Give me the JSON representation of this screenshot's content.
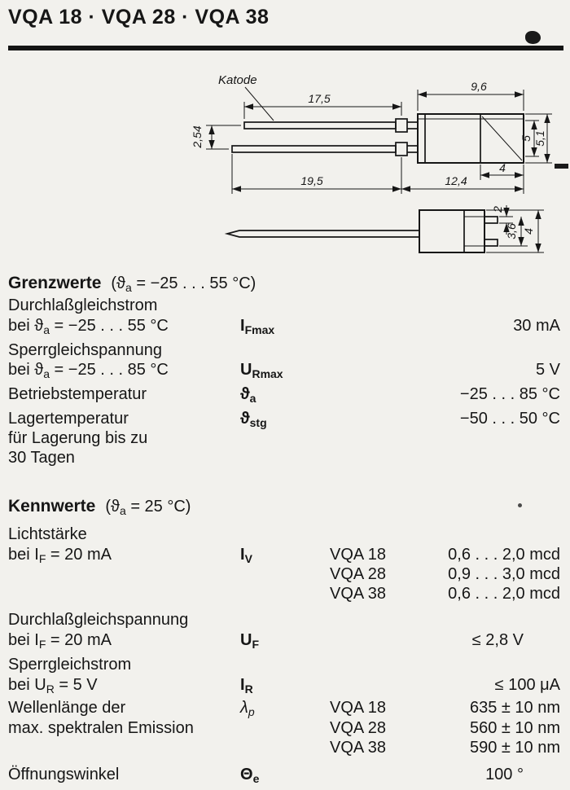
{
  "header": {
    "title": "VQA 18 · VQA 28 · VQA 38"
  },
  "drawing": {
    "katode": "Katode",
    "dims": {
      "lead_upper": "17,5",
      "body_width": "9,6",
      "lead_pitch": "2,54",
      "inner_height": "5",
      "outer_height": "5,1",
      "front_width": "4",
      "lead_lower": "19,5",
      "body_total": "12,4",
      "tab_thickness": "2",
      "tab_span": "3,6",
      "body_depth": "4"
    }
  },
  "grenzwerte": {
    "heading": "Grenzwerte",
    "condition": [
      {
        "t": "(ϑ"
      },
      {
        "t": "a",
        "s": true
      },
      {
        "t": " = −25 . . . 55 °C)"
      }
    ],
    "rows": [
      {
        "lines": [
          [
            {
              "t": "Durchlaßgleichstrom"
            }
          ],
          [
            {
              "t": "bei ϑ"
            },
            {
              "t": "a",
              "s": true
            },
            {
              "t": " = −25 . . . 55 °C"
            }
          ]
        ],
        "symbol": [
          {
            "t": "I"
          },
          {
            "t": "Fmax",
            "s": true
          }
        ],
        "value": "30 mA"
      },
      {
        "lines": [
          [
            {
              "t": "Sperrgleichspannung"
            }
          ],
          [
            {
              "t": "bei ϑ"
            },
            {
              "t": "a",
              "s": true
            },
            {
              "t": " = −25 . . . 85 °C"
            }
          ]
        ],
        "symbol": [
          {
            "t": "U"
          },
          {
            "t": "Rmax",
            "s": true
          }
        ],
        "value": "5 V"
      },
      {
        "lines": [
          [
            {
              "t": "Betriebstemperatur"
            }
          ]
        ],
        "symbol": [
          {
            "t": "ϑ"
          },
          {
            "t": "a",
            "s": true
          }
        ],
        "value": "−25 . . . 85  °C"
      },
      {
        "lines": [
          [
            {
              "t": "Lagertemperatur"
            }
          ],
          [
            {
              "t": "für Lagerung bis zu"
            }
          ],
          [
            {
              "t": "30 Tagen"
            }
          ]
        ],
        "symbol": [
          {
            "t": "ϑ"
          },
          {
            "t": "stg",
            "s": true
          }
        ],
        "value": "−50 . . . 50  °C"
      }
    ]
  },
  "kennwerte": {
    "heading": "Kennwerte",
    "condition": [
      {
        "t": "(ϑ"
      },
      {
        "t": "a",
        "s": true
      },
      {
        "t": " = 25 °C)"
      }
    ],
    "rows": [
      {
        "lines": [
          [
            {
              "t": "Lichtstärke"
            }
          ],
          [
            {
              "t": "bei I"
            },
            {
              "t": "F",
              "s": true
            },
            {
              "t": " = 20 mA"
            }
          ]
        ],
        "symbol": [
          {
            "t": "I"
          },
          {
            "t": "V",
            "s": true
          }
        ],
        "variants": [
          {
            "name": "VQA 18",
            "value": "0,6 . . . 2,0 mcd"
          },
          {
            "name": "VQA 28",
            "value": "0,9 . . . 3,0 mcd"
          },
          {
            "name": "VQA 38",
            "value": "0,6 . . . 2,0 mcd"
          }
        ]
      },
      {
        "lines": [
          [
            {
              "t": "Durchlaßgleichspannung"
            }
          ],
          [
            {
              "t": "bei I"
            },
            {
              "t": "F",
              "s": true
            },
            {
              "t": " = 20 mA"
            }
          ]
        ],
        "symbol": [
          {
            "t": "U"
          },
          {
            "t": "F",
            "s": true
          }
        ],
        "value": "≤ 2,8 V"
      },
      {
        "lines": [
          [
            {
              "t": "Sperrgleichstrom"
            }
          ],
          [
            {
              "t": "bei U"
            },
            {
              "t": "R",
              "s": true
            },
            {
              "t": " = 5 V"
            }
          ]
        ],
        "symbol": [
          {
            "t": "I"
          },
          {
            "t": "R",
            "s": true
          }
        ],
        "value": "≤ 100 μA"
      },
      {
        "lines": [
          [
            {
              "t": "Wellenlänge der"
            }
          ],
          [
            {
              "t": "max. spektralen Emission"
            }
          ]
        ],
        "symbol": [
          {
            "t": "λ"
          },
          {
            "t": "p",
            "s": true
          }
        ],
        "variants": [
          {
            "name": "VQA 18",
            "value": "635 ± 10 nm"
          },
          {
            "name": "VQA 28",
            "value": "560 ± 10 nm"
          },
          {
            "name": "VQA 38",
            "value": "590 ± 10 nm"
          }
        ]
      },
      {
        "lines": [
          [
            {
              "t": "Öffnungswinkel"
            }
          ]
        ],
        "symbol": [
          {
            "t": "Θ"
          },
          {
            "t": "e",
            "s": true
          }
        ],
        "value": "100 °"
      }
    ]
  }
}
